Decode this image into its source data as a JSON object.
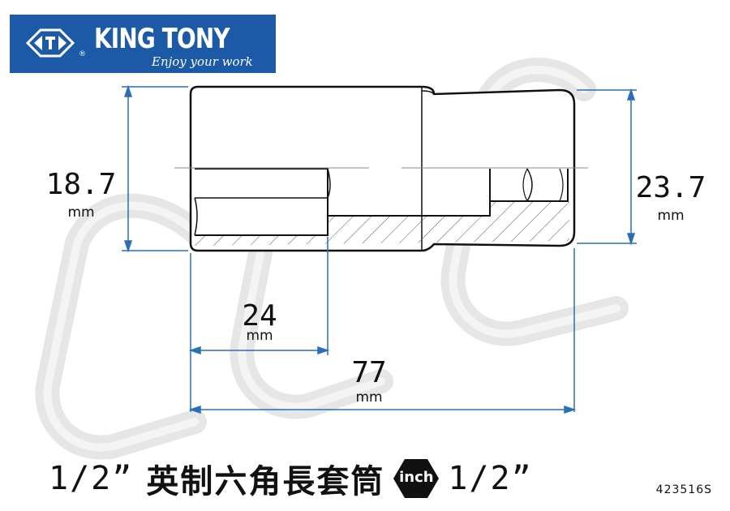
{
  "logo": {
    "brand": "KING TONY",
    "tagline": "Enjoy your work",
    "registered": "®"
  },
  "dimensions": {
    "small_od": {
      "value": "18.7",
      "unit": "mm"
    },
    "large_od": {
      "value": "23.7",
      "unit": "mm"
    },
    "hex_depth": {
      "value": "24",
      "unit": "mm"
    },
    "overall_length": {
      "value": "77",
      "unit": "mm"
    }
  },
  "product": {
    "drive_size": "1/2”",
    "name_cn": "英制六角長套筒",
    "badge": "inch",
    "hex_size": "1/2”",
    "code": "423516S"
  },
  "colors": {
    "brand_blue": "#1c5aa8",
    "dimension_line": "#2a6fb5",
    "outline": "#111111",
    "watermark": "#e4e4e4"
  }
}
